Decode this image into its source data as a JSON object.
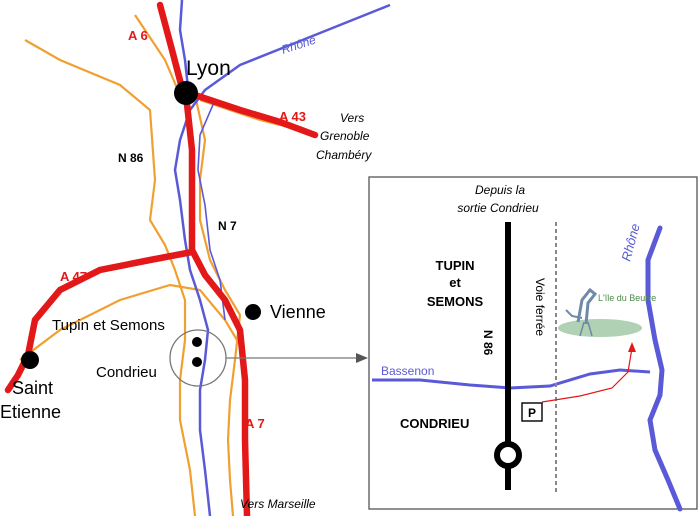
{
  "colors": {
    "motorway": "#e31818",
    "national_road": "#f0a030",
    "river": "#5a5ad8",
    "town": "#000000",
    "detail_border": "#555555"
  },
  "main_map": {
    "roads": {
      "a6": "A 6",
      "a43": "A 43",
      "a47": "A 47",
      "a7": "A 7",
      "n86": "N 86",
      "n7": "N 7"
    },
    "cities": {
      "lyon": "Lyon",
      "vienne": "Vienne",
      "tupin": "Tupin et Semons",
      "condrieu": "Condrieu",
      "saint_etienne_1": "Saint",
      "saint_etienne_2": "Etienne"
    },
    "river_rhone": "Rhône",
    "directions": {
      "vers": "Vers",
      "grenoble": "Grenoble",
      "chambery": "Chambéry",
      "vers_marseille": "Vers Marseille"
    }
  },
  "detail_map": {
    "from_1": "Depuis la",
    "from_2": "sortie Condrieu",
    "tupin_1": "TUPIN",
    "tupin_2": "et",
    "tupin_3": "SEMONS",
    "n86": "N 86",
    "railway": "Voie ferrée",
    "rhone": "Rhône",
    "bassenon": "Bassenon",
    "condrieu": "CONDRIEU",
    "parking": "P",
    "logo": "L'île du Beurre"
  }
}
